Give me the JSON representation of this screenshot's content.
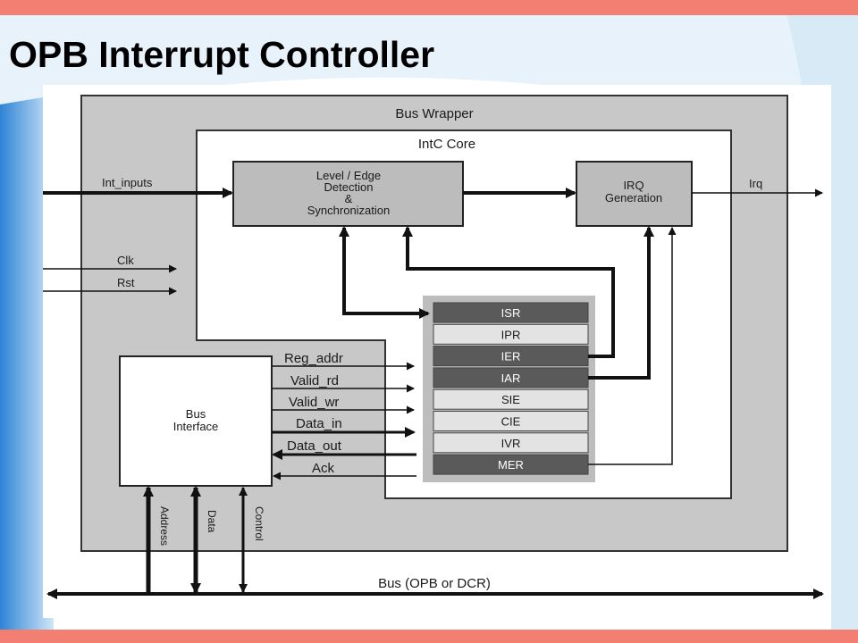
{
  "slide": {
    "title": "OPB Interrupt Controller"
  },
  "diagram": {
    "bus_wrapper_label": "Bus Wrapper",
    "intc_core_label": "IntC Core",
    "detection_block": {
      "line1": "Level / Edge",
      "line2": "Detection",
      "line3": "&",
      "line4": "Synchronization"
    },
    "irq_block": {
      "line1": "IRQ",
      "line2": "Generation"
    },
    "bus_interface_block": {
      "line1": "Bus",
      "line2": "Interface"
    },
    "registers": [
      "ISR",
      "IPR",
      "IER",
      "IAR",
      "SIE",
      "CIE",
      "IVR",
      "MER"
    ],
    "signals": {
      "int_inputs": "Int_inputs",
      "irq": "Irq",
      "clk": "Clk",
      "rst": "Rst",
      "reg_addr": "Reg_addr",
      "valid_rd": "Valid_rd",
      "valid_wr": "Valid_wr",
      "data_in": "Data_in",
      "data_out": "Data_out",
      "ack": "Ack",
      "address": "Address",
      "data": "Data",
      "control": "Control"
    },
    "bus_label": "Bus (OPB or DCR)",
    "colors": {
      "wrapper_fill": "#c8c8c8",
      "block_fill": "#bcbcbc",
      "register_dark": "#5a5a5a",
      "register_light": "#e3e3e3",
      "accent_bar": "#f37f73"
    }
  }
}
